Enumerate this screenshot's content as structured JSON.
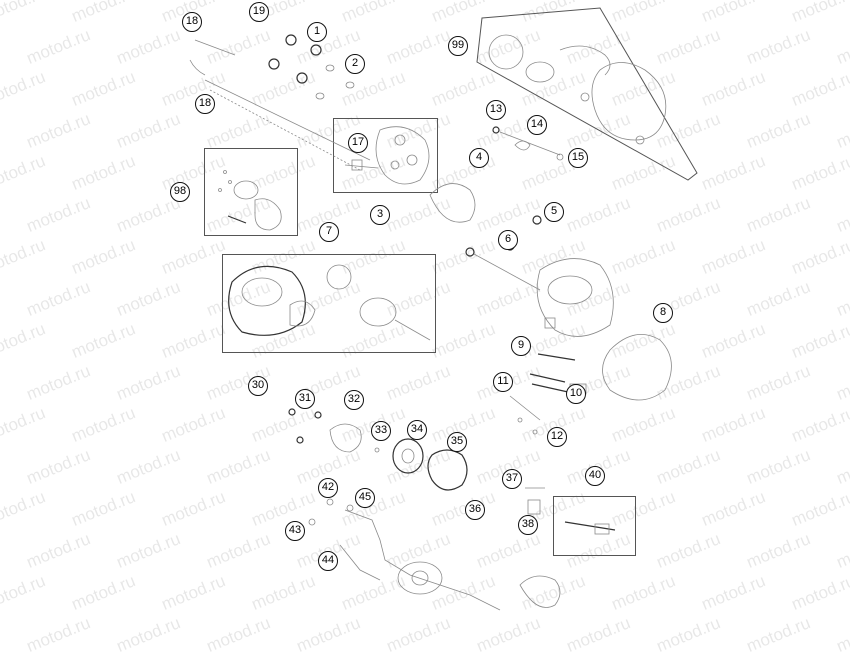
{
  "watermark": {
    "text": "motod.ru"
  },
  "diagram": {
    "callouts": [
      "1",
      "2",
      "3",
      "4",
      "5",
      "6",
      "7",
      "8",
      "9",
      "10",
      "11",
      "12",
      "13",
      "14",
      "15",
      "17",
      "18",
      "18",
      "19",
      "30",
      "31",
      "32",
      "33",
      "34",
      "35",
      "36",
      "37",
      "38",
      "40",
      "42",
      "43",
      "44",
      "45",
      "98",
      "99"
    ]
  }
}
